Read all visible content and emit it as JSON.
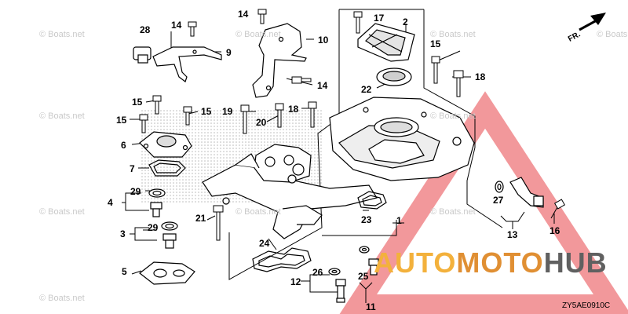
{
  "diagram": {
    "code": "ZY5AE0910C",
    "direction_label": "FR.",
    "watermark": "© Boats.net",
    "overlay_brand": {
      "part1": "AUTO",
      "part2": "MOTO",
      "part3": "HUB",
      "colors": {
        "part1": "#f3b13c",
        "part2": "#e08f33",
        "part3": "#606060",
        "triangle": "#f0868a"
      }
    },
    "labels": {
      "n1": "1",
      "n2": "2",
      "n3": "3",
      "n4": "4",
      "n5": "5",
      "n6": "6",
      "n7": "7",
      "n9": "9",
      "n10": "10",
      "n11": "11",
      "n12": "12",
      "n13": "13",
      "n14a": "14",
      "n14b": "14",
      "n14c": "14",
      "n15a": "15",
      "n15b": "15",
      "n15c": "15",
      "n15d": "15",
      "n16": "16",
      "n17": "17",
      "n18a": "18",
      "n18b": "18",
      "n19": "19",
      "n20": "20",
      "n21": "21",
      "n22": "22",
      "n23": "23",
      "n24": "24",
      "n25": "25",
      "n26": "26",
      "n27": "27",
      "n28": "28",
      "n29a": "29",
      "n29b": "29"
    }
  }
}
